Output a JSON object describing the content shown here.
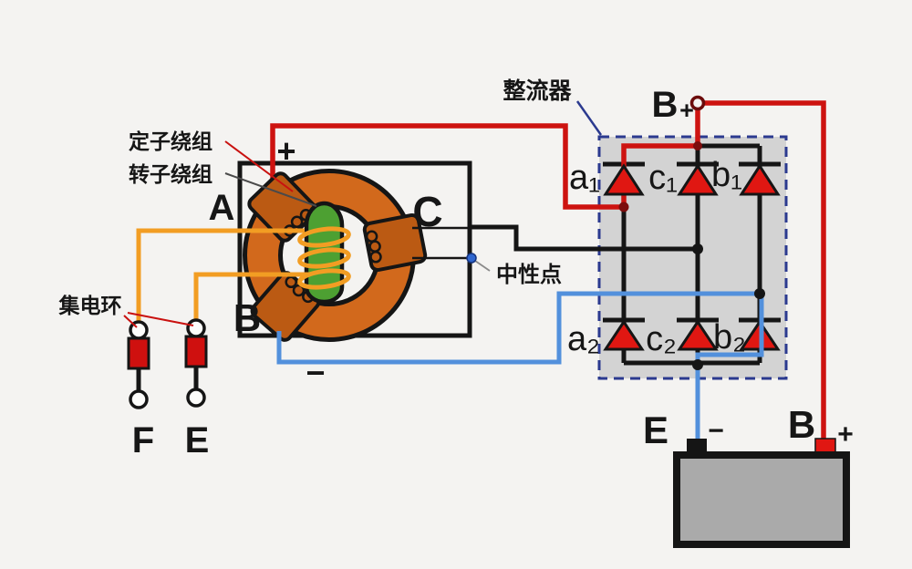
{
  "colors": {
    "background": "#f4f3f1",
    "wire_red": "#cd1310",
    "wire_blue": "#5290dc",
    "wire_black": "#151515",
    "wire_orange": "#f29d23",
    "ring_orange": "#d2691c",
    "ring_bump": "#bb5a13",
    "rotor_green": "#4da032",
    "diode_red": "#e01712",
    "junction_dark_red": "#7c0d0d",
    "rectifier_fill": "#d3d3d3",
    "rectifier_border": "#2b3a8f",
    "battery_fill": "#aaaaaa",
    "battery_pos_terminal": "#e01712",
    "slip_ring_red": "#cf100f",
    "label_red": "#c9110f",
    "label_blue": "#4e8ede",
    "neutral_dot": "#2f66cf"
  },
  "labels": {
    "stator_winding": "定子绕组",
    "rotor_winding": "转子绕组",
    "slip_ring": "集电环",
    "rectifier": "整流器",
    "neutral_point": "中性点",
    "phase_a": "A",
    "phase_b": "B",
    "phase_c": "C",
    "stator_plus": "+",
    "stator_minus": "−",
    "slip_f": "F",
    "slip_e": "E",
    "bplus_letter": "B",
    "bplus_sign": "+",
    "diodes_top": [
      "a₁",
      "c₁",
      "b₁"
    ],
    "diodes_bottom": [
      "a₂",
      "c₂",
      "b₂"
    ],
    "battery_neg_letter": "E",
    "battery_neg_sign": "−",
    "battery_pos_letter": "B",
    "battery_pos_sign": "+"
  }
}
